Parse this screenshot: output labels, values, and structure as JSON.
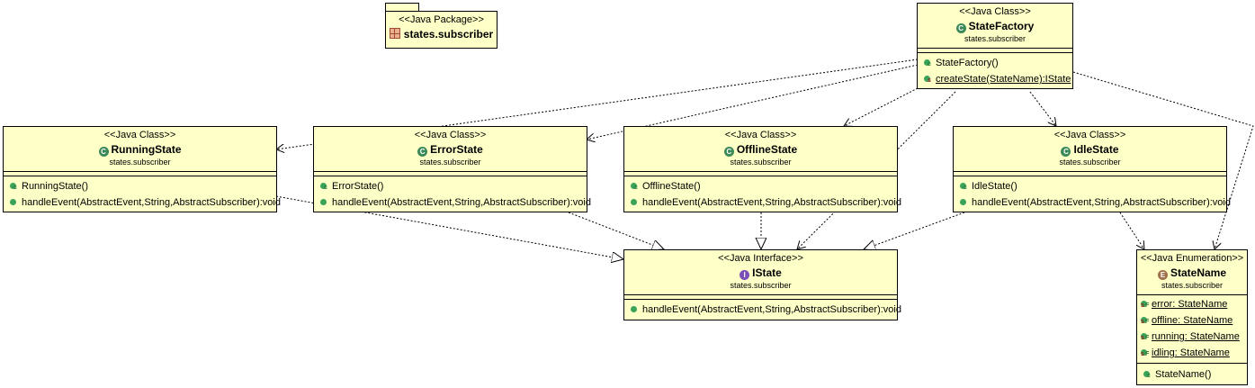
{
  "package": {
    "stereotype": "<<Java Package>>",
    "name": "states.subscriber"
  },
  "classes": {
    "state_factory": {
      "stereotype": "<<Java Class>>",
      "name": "StateFactory",
      "package": "states.subscriber",
      "members": [
        "StateFactory()",
        "createState(StateName):IState"
      ]
    },
    "running_state": {
      "stereotype": "<<Java Class>>",
      "name": "RunningState",
      "package": "states.subscriber",
      "members": [
        "RunningState()",
        "handleEvent(AbstractEvent,String,AbstractSubscriber):void"
      ]
    },
    "error_state": {
      "stereotype": "<<Java Class>>",
      "name": "ErrorState",
      "package": "states.subscriber",
      "members": [
        "ErrorState()",
        "handleEvent(AbstractEvent,String,AbstractSubscriber):void"
      ]
    },
    "offline_state": {
      "stereotype": "<<Java Class>>",
      "name": "OfflineState",
      "package": "states.subscriber",
      "members": [
        "OfflineState()",
        "handleEvent(AbstractEvent,String,AbstractSubscriber):void"
      ]
    },
    "idle_state": {
      "stereotype": "<<Java Class>>",
      "name": "IdleState",
      "package": "states.subscriber",
      "members": [
        "IdleState()",
        "handleEvent(AbstractEvent,String,AbstractSubscriber):void"
      ]
    },
    "istate": {
      "stereotype": "<<Java Interface>>",
      "name": "IState",
      "package": "states.subscriber",
      "members": [
        "handleEvent(AbstractEvent,String,AbstractSubscriber):void"
      ]
    },
    "state_name": {
      "stereotype": "<<Java Enumeration>>",
      "name": "StateName",
      "package": "states.subscriber",
      "fields": [
        "error: StateName",
        "offline: StateName",
        "running: StateName",
        "idling: StateName"
      ],
      "members": [
        "StateName()"
      ]
    }
  },
  "colors": {
    "box_fill": "#ffffc8",
    "class_icon": "#3b8a57",
    "interface_icon": "#7a4fb8",
    "enum_icon": "#a0704a",
    "method_dot": "#3aa35a"
  },
  "icons": {
    "class": "class-c-icon",
    "interface": "interface-i-icon",
    "enum": "enum-e-icon",
    "package": "package-icon",
    "method": "public-method-icon",
    "field": "static-final-field-icon"
  }
}
